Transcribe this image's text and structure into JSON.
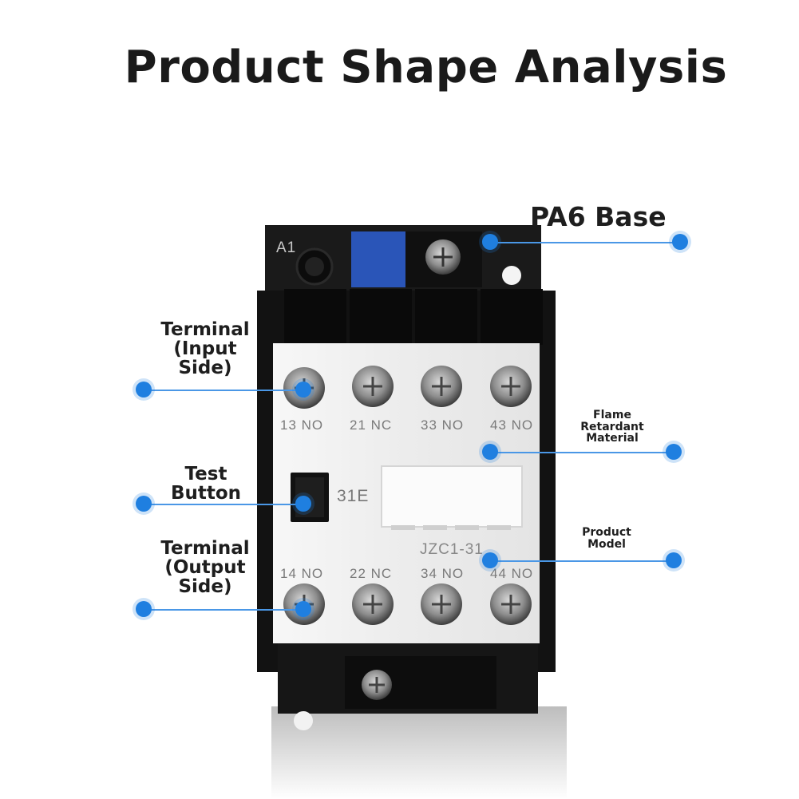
{
  "title": "Product Shape Analysis",
  "callouts": {
    "base": "PA6 Base",
    "terminal_input": [
      "Terminal",
      "(Input",
      "Side)"
    ],
    "test_button": [
      "Test",
      "Button"
    ],
    "terminal_output": [
      "Terminal",
      "(Output",
      "Side)"
    ],
    "flame": [
      "Flame",
      "Retardant",
      "Material"
    ],
    "model": [
      "Product",
      "Model"
    ]
  },
  "device": {
    "mark": "A1",
    "top_terminals": [
      "13 NO",
      "21 NC",
      "33 NO",
      "43 NO"
    ],
    "bottom_terminals": [
      "14 NO",
      "22 NC",
      "34 NO",
      "44 NO"
    ],
    "button_code": "31E",
    "model": "JZC1-31"
  },
  "colors": {
    "accent": "#1f7fe0",
    "housing": "#141414",
    "faceplate": "#f3f3f3"
  }
}
